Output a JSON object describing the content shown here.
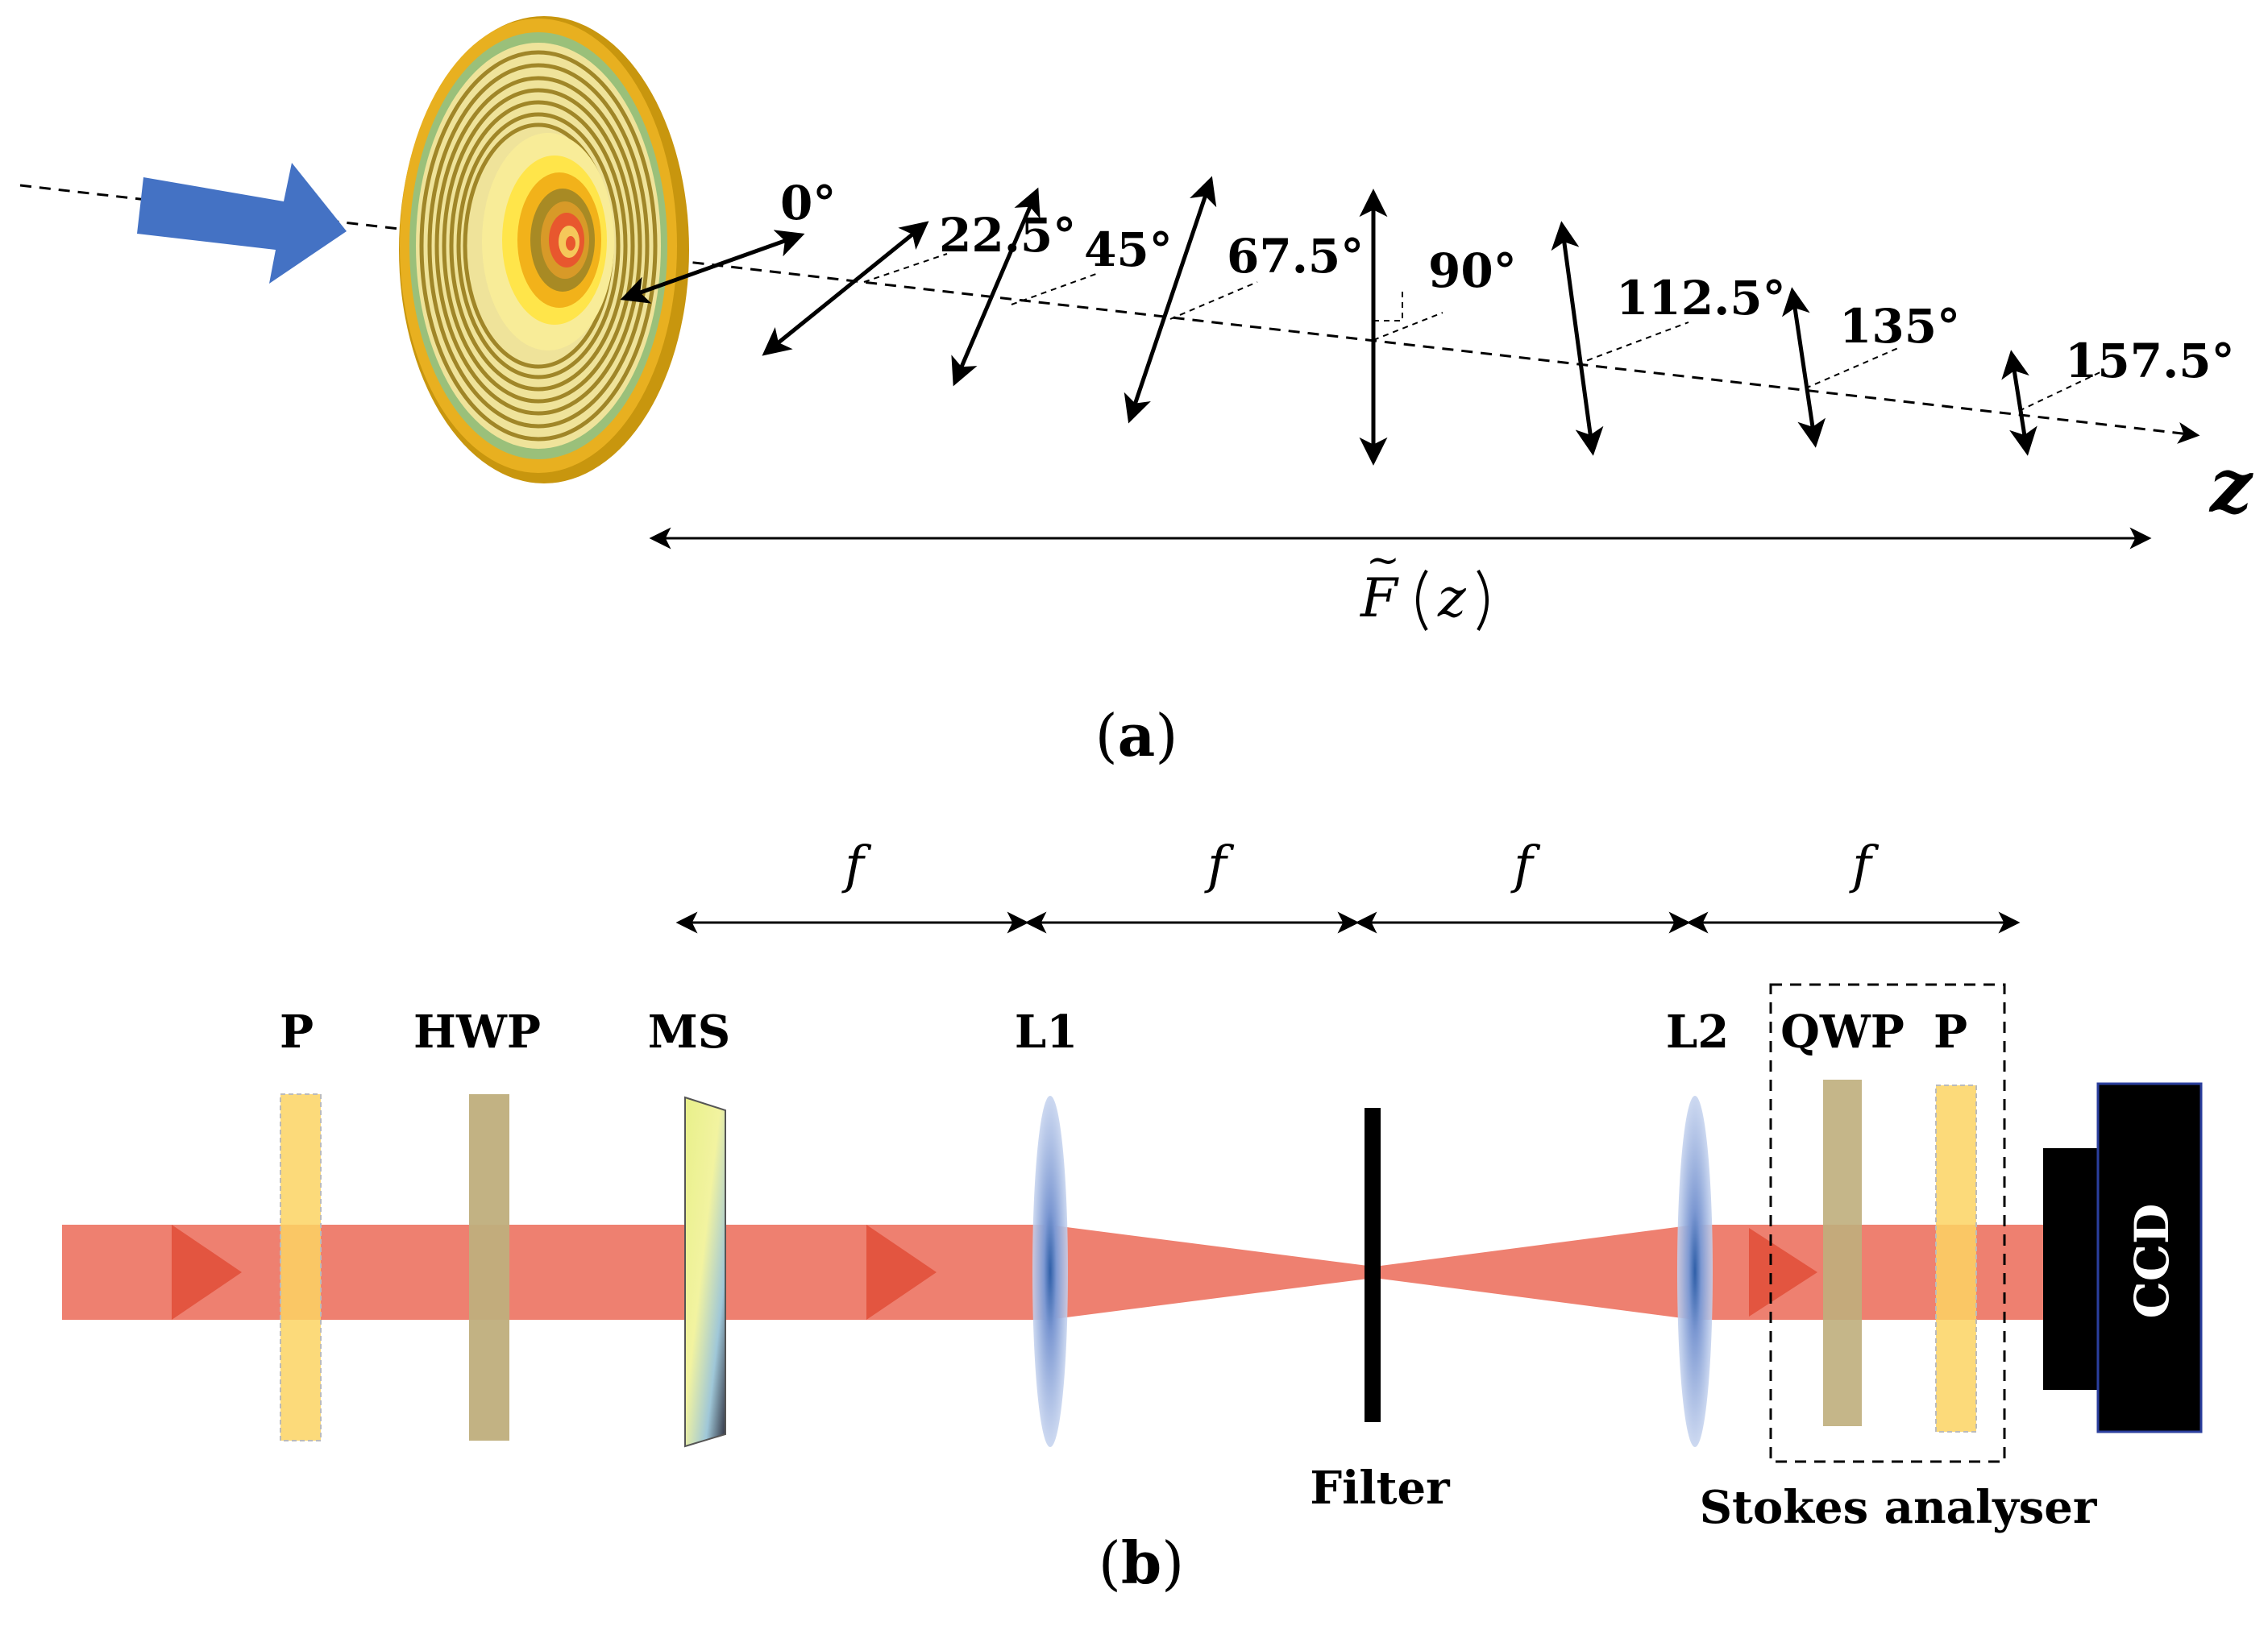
{
  "panel_a": {
    "caption_open": "(",
    "caption_letter": "a",
    "caption_close": ")",
    "angles": [
      "0°",
      "22.5°",
      "45°",
      "67.5°",
      "90°",
      "112.5°",
      "135°",
      "157.5°"
    ],
    "axis_label": "z",
    "distance_symbol": "F",
    "distance_tilde": "~",
    "distance_arg": "z",
    "colors": {
      "incident_arrow": "#4472c4",
      "metasurface_outer": "#e8b020",
      "metasurface_ring": "#a08628",
      "metasurface_center": "#e8572e"
    }
  },
  "panel_b": {
    "caption_open": "(",
    "caption_letter": "b",
    "caption_close": ")",
    "focal_labels": [
      "f",
      "f",
      "f",
      "f"
    ],
    "components": {
      "polarizer_1": "P",
      "half_wave_plate": "HWP",
      "metasurface": "MS",
      "lens_1": "L1",
      "lens_2": "L2",
      "quarter_wave_plate": "QWP",
      "polarizer_2": "P",
      "filter": "Filter",
      "analyser": "Stokes analyser",
      "camera": "CCD"
    },
    "colors": {
      "beam": "#ee8070",
      "beam_arrow": "#e35540",
      "polarizer": "#fcd463",
      "wave_plate": "#bfae7c",
      "lens": "#8aa3d8",
      "camera": "#000000"
    }
  }
}
